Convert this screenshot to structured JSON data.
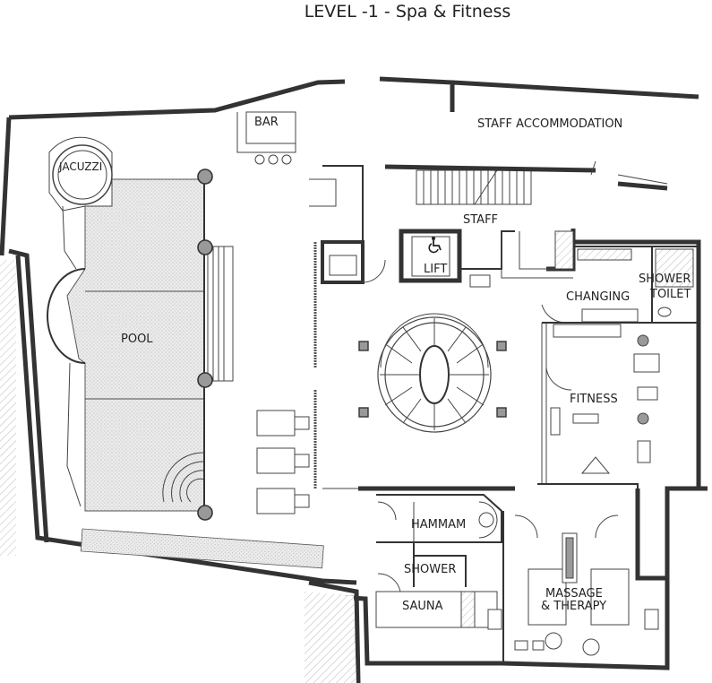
{
  "title": "LEVEL -1 - Spa & Fitness",
  "rooms": {
    "bar": "BAR",
    "staff_accommodation": "STAFF  ACCOMMODATION",
    "jacuzzi": "JACUZZI",
    "staff": "STAFF",
    "lift": "LIFT",
    "changing": "CHANGING",
    "shower_1": "SHOWER",
    "toilet": "TOILET",
    "pool": "POOL",
    "fitness": "FITNESS",
    "hammam": "HAMMAM",
    "shower_2": "SHOWER",
    "sauna": "SAUNA",
    "massage_line1": "MASSAGE",
    "massage_line2": "& THERAPY"
  },
  "icons": {
    "accessibility": "wheelchair-icon"
  }
}
